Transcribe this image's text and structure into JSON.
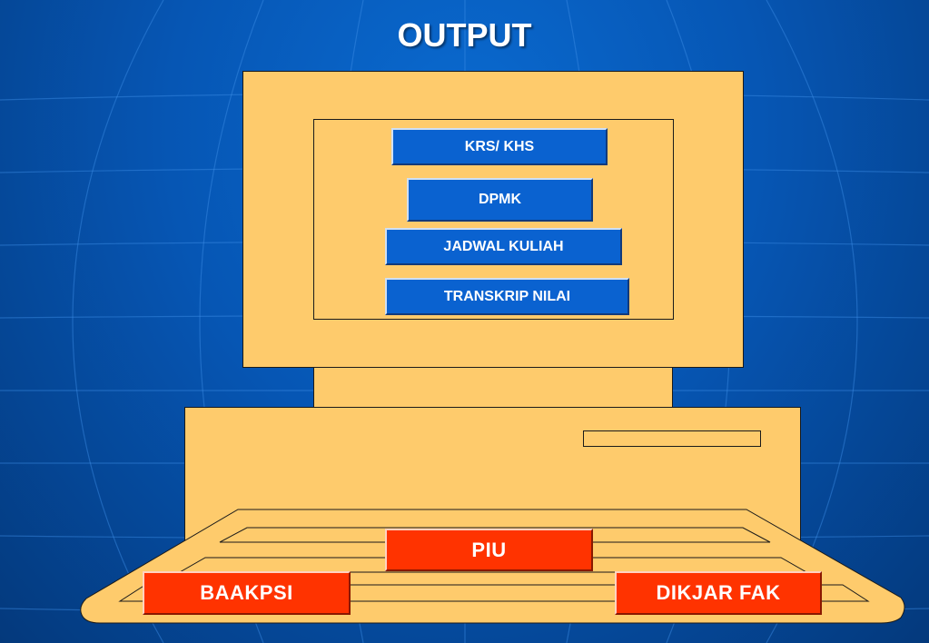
{
  "title": "OUTPUT",
  "screen_items": [
    "KRS/ KHS",
    "DPMK",
    "JADWAL KULIAH",
    "TRANSKRIP NILAI"
  ],
  "keyboard_labels": {
    "center": "PIU",
    "left": "BAAKPSI",
    "right": "DIKJAR FAK"
  },
  "colors": {
    "background": "#0656b4",
    "computer_body": "#fecb6c",
    "screen_button": "#0a62d0",
    "keyboard_button": "#ff3300"
  }
}
